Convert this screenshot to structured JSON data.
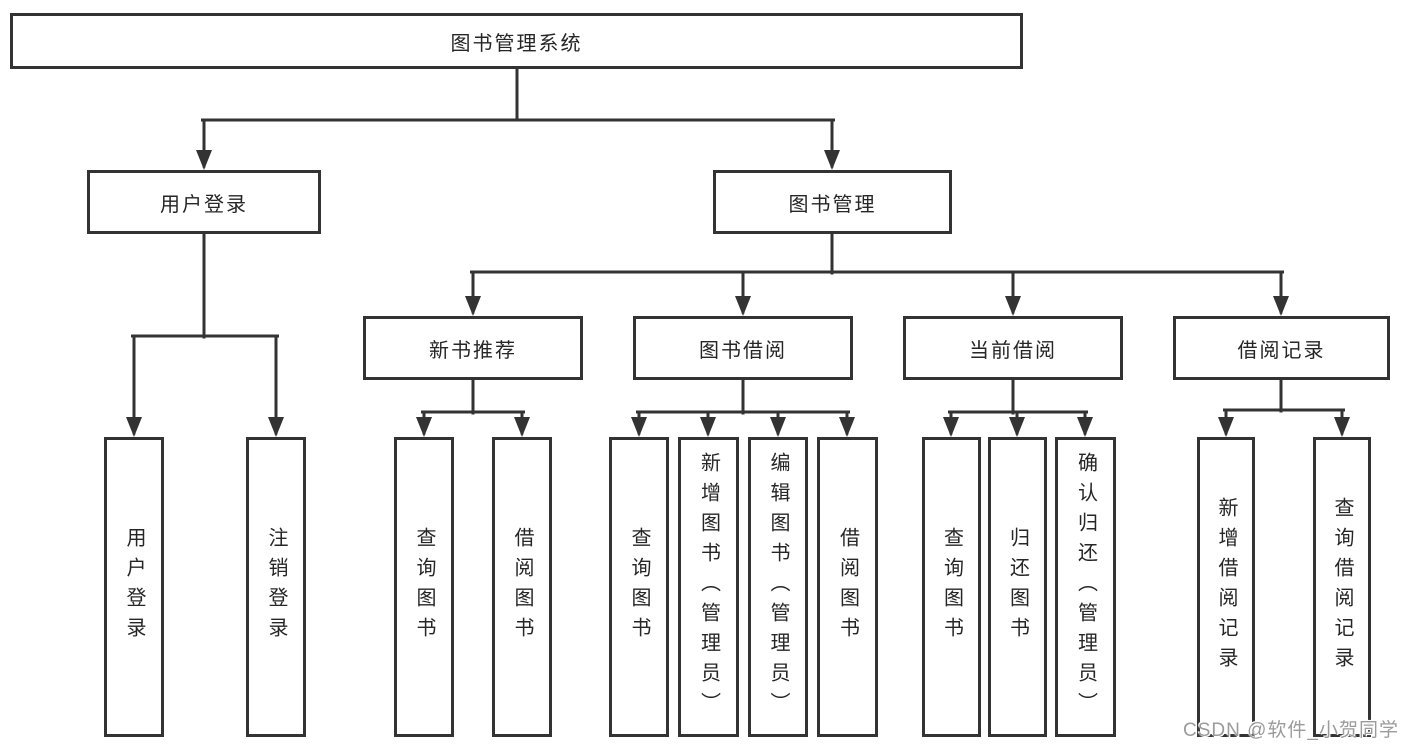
{
  "colors": {
    "line": "#333333",
    "box_border": "#333333",
    "box_background": "#ffffff",
    "text": "#262626",
    "watermark": "#9b9b9b"
  },
  "tree": {
    "root": {
      "label": "图书管理系统"
    },
    "branches": [
      {
        "label": "用户登录",
        "children": [
          {
            "label": "用户登录"
          },
          {
            "label": "注销登录"
          }
        ]
      },
      {
        "label": "图书管理",
        "children": [
          {
            "label": "新书推荐",
            "children": [
              {
                "label": "查询图书"
              },
              {
                "label": "借阅图书"
              }
            ]
          },
          {
            "label": "图书借阅",
            "children": [
              {
                "label": "查询图书"
              },
              {
                "label": "新增图书（管理员）"
              },
              {
                "label": "编辑图书（管理员）"
              },
              {
                "label": "借阅图书"
              }
            ]
          },
          {
            "label": "当前借阅",
            "children": [
              {
                "label": "查询图书"
              },
              {
                "label": "归还图书"
              },
              {
                "label": "确认归还（管理员）"
              }
            ]
          },
          {
            "label": "借阅记录",
            "children": [
              {
                "label": "新增借阅记录"
              },
              {
                "label": "查询借阅记录"
              }
            ]
          }
        ]
      }
    ]
  },
  "watermark": {
    "text": "CSDN @软件_小贺同学"
  }
}
